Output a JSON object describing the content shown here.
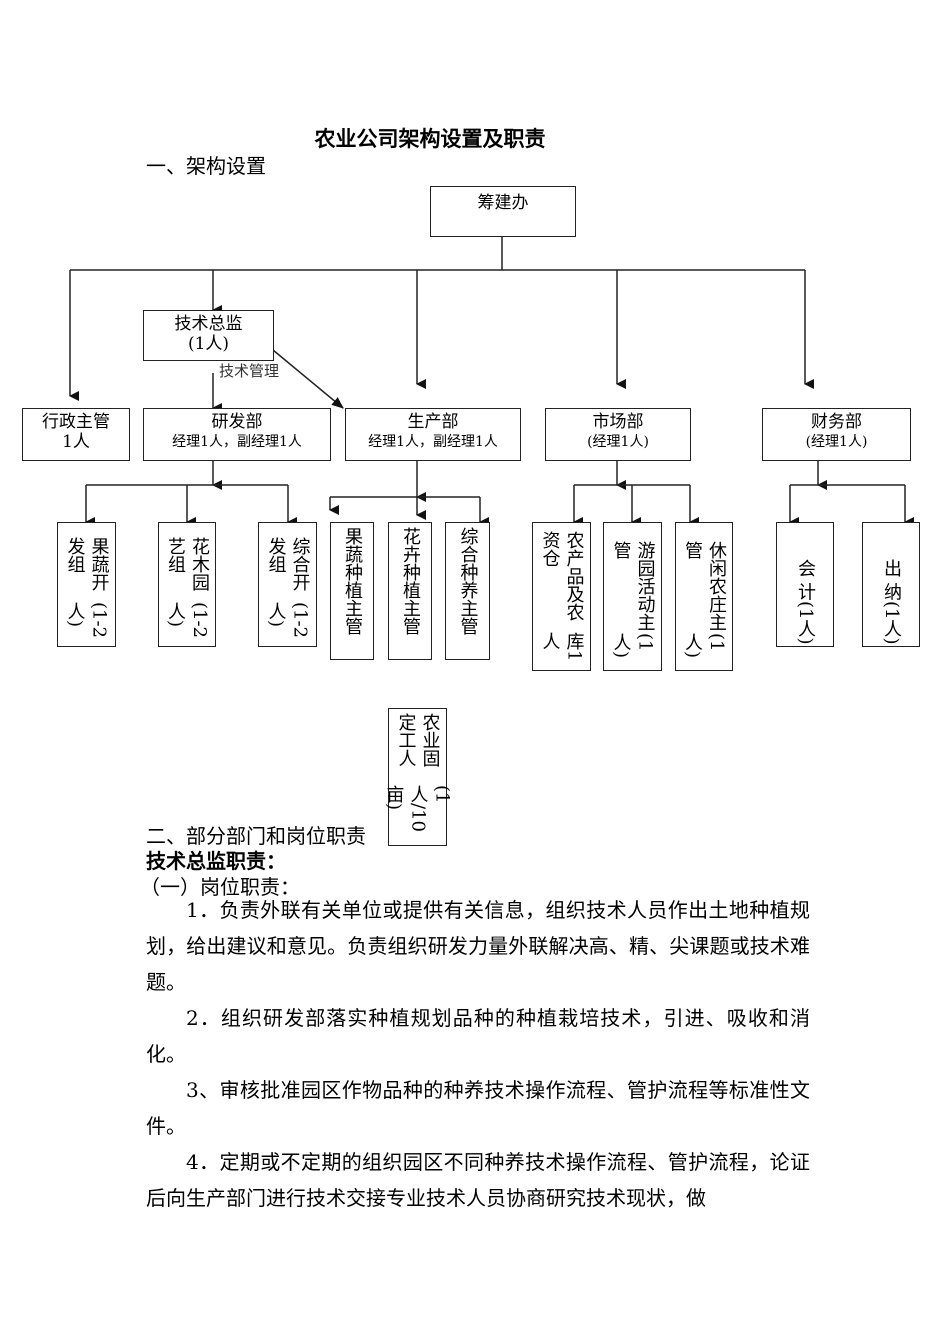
{
  "title": "农业公司架构设置及职责",
  "section1": "一、架构设置",
  "chart": {
    "root": "筹建办",
    "tech_director": {
      "name": "技术总监",
      "count": "(1人)",
      "note": "技术管理"
    },
    "departments": [
      {
        "name": "行政主管",
        "sub": "1人"
      },
      {
        "name": "研发部",
        "sub": "经理1人，副经理1人"
      },
      {
        "name": "生产部",
        "sub": "经理1人，副经理1人"
      },
      {
        "name": "市场部",
        "sub": "(经理1人)"
      },
      {
        "name": "财务部",
        "sub": "(经理1人)"
      }
    ],
    "rd_groups": [
      {
        "name": "果蔬开发组",
        "count": "(1-2人)"
      },
      {
        "name": "花木园艺组",
        "count": "(1-2人)"
      },
      {
        "name": "综合开发组",
        "count": "(1-2人)"
      }
    ],
    "production_roles": [
      {
        "name": "果蔬种植主管"
      },
      {
        "name": "花卉种植主管"
      },
      {
        "name": "综合种养主管"
      }
    ],
    "market_roles": [
      {
        "name": "农产品及农资仓",
        "count": "库1人"
      },
      {
        "name": "游园活动主管",
        "count": "(1人)"
      },
      {
        "name": "休闲农庄主管",
        "count": "(1人)"
      }
    ],
    "finance_roles": [
      {
        "name": "会 计",
        "count": "(1人)"
      },
      {
        "name": "出 纳",
        "count": "(1人)"
      }
    ],
    "fixed_workers": {
      "name": "农业固定工人",
      "count": "(1人/10亩)"
    }
  },
  "section2": "二、部分部门和岗位职责",
  "subtitle": "技术总监职责：",
  "sub_section": "（一）岗位职责：",
  "paragraphs": [
    "1．负责外联有关单位或提供有关信息，组织技术人员作出土地种植规划，给出建议和意见。负责组织研发力量外联解决高、精、尖课题或技术难题。",
    "2．组织研发部落实种植规划品种的种植栽培技术，引进、吸收和消化。",
    "3、审核批准园区作物品种的种养技术操作流程、管护流程等标准性文件。",
    "4．定期或不定期的组织园区不同种养技术操作流程、管护流程，论证后向生产部门进行技术交接专业技术人员协商研究技术现状，做"
  ]
}
